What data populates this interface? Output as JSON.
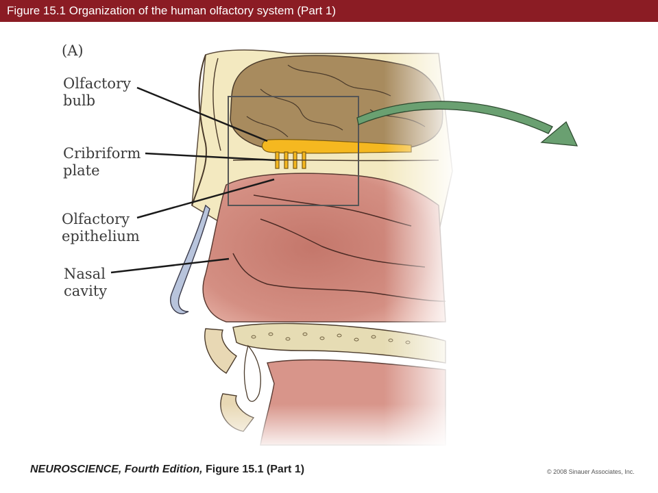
{
  "header": {
    "title": "Figure 15.1  Organization of the human olfactory system (Part 1)"
  },
  "figure": {
    "panel_label": "(A)",
    "labels": {
      "olfactory_bulb": "Olfactory\nbulb",
      "cribriform_plate": "Cribriform\nplate",
      "olfactory_epithelium": "Olfactory\nepithelium",
      "nasal_cavity": "Nasal\ncavity"
    }
  },
  "footer": {
    "citation_italic": "NEUROSCIENCE, Fourth Edition,",
    "citation_plain": " Figure 15.1 (Part 1)",
    "copyright": "© 2008 Sinauer Associates, Inc."
  },
  "colors": {
    "title_bar": "#8b1c24",
    "brain": "#a88b5e",
    "bone": "#f0e6b8",
    "mucosa": "#c77a6e",
    "bulb": "#f5b820",
    "arrow": "#6aa071"
  }
}
